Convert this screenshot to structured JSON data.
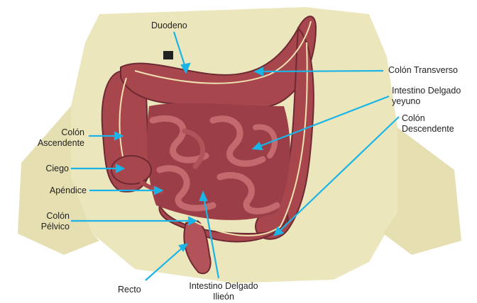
{
  "labels": {
    "duodeno": "Duodeno",
    "colon_transverso": "Colón Transverso",
    "intestino_yeyuno": [
      "Intestino Delgado",
      "yeyuno"
    ],
    "colon_descendente": [
      "Colón",
      "Descendente"
    ],
    "colon_ascendente": [
      "Colón",
      "Ascendente"
    ],
    "ciego": "Ciego",
    "apendice": "Apéndice",
    "colon_pelvico": [
      "Colón",
      "Pélvico"
    ],
    "recto": "Recto",
    "intestino_ileon": [
      "Intestino Delgado",
      "Ilieón"
    ]
  },
  "colors": {
    "leader_line": "#1ab5e6",
    "tissue": "#a8464e",
    "tissue_dark": "#6e2a32",
    "tissue_light": "#c46a6e",
    "skin": "#ece6bd",
    "vessel": "#efe2b0"
  }
}
